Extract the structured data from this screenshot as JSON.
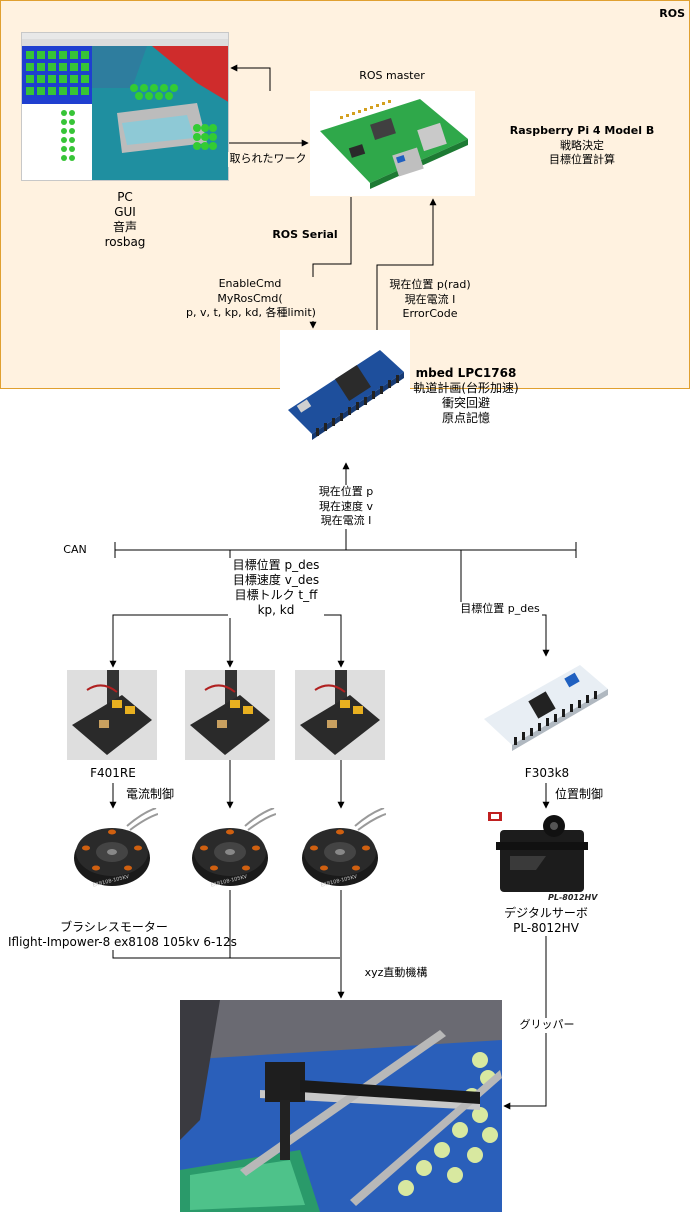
{
  "ros_group": {
    "title": "ROS",
    "fill": "#fff2e0",
    "stroke": "#e0a030"
  },
  "pc": {
    "lines": [
      "PC",
      "GUI",
      "音声",
      "rosbag"
    ]
  },
  "ros_master": {
    "title": "ROS master"
  },
  "raspi": {
    "title": "Raspberry Pi 4 Model B",
    "lines": [
      "戦略決定",
      "目標位置計算"
    ]
  },
  "edges": {
    "captured_work": "取られたワーク",
    "ros_serial": "ROS Serial",
    "down_cmds": [
      "EnableCmd",
      "MyRosCmd(",
      "p, v, t, kp, kd, 各種limit)"
    ],
    "up_status": [
      "現在位置 p(rad)",
      "現在電流 I",
      "ErrorCode"
    ],
    "mbed_up": [
      "現在位置 p",
      "現在速度 v",
      "現在電流 I"
    ],
    "can": "CAN",
    "can_targets": [
      "目標位置 p_des",
      "目標速度 v_des",
      "目標トルク t_ff",
      "kp, kd"
    ],
    "servo_target": "目標位置 p_des",
    "current_control": "電流制御",
    "position_control": "位置制御",
    "xyz": "xyz直動機構",
    "gripper": "グリッパー"
  },
  "mbed": {
    "title": "mbed LPC1768",
    "lines": [
      "軌道計画(台形加速)",
      "衝突回避",
      "原点記憶"
    ]
  },
  "f401": {
    "label": "F401RE"
  },
  "f303": {
    "label": "F303k8"
  },
  "motor": {
    "lines": [
      "ブラシレスモーター",
      "Iflight-Impower-8 ex8108 105kv 6-12s"
    ],
    "print": "EX8108-105KV"
  },
  "servo": {
    "lines": [
      "デジタルサーボ",
      "PL-8012HV"
    ],
    "model": "PL-8012HV"
  }
}
